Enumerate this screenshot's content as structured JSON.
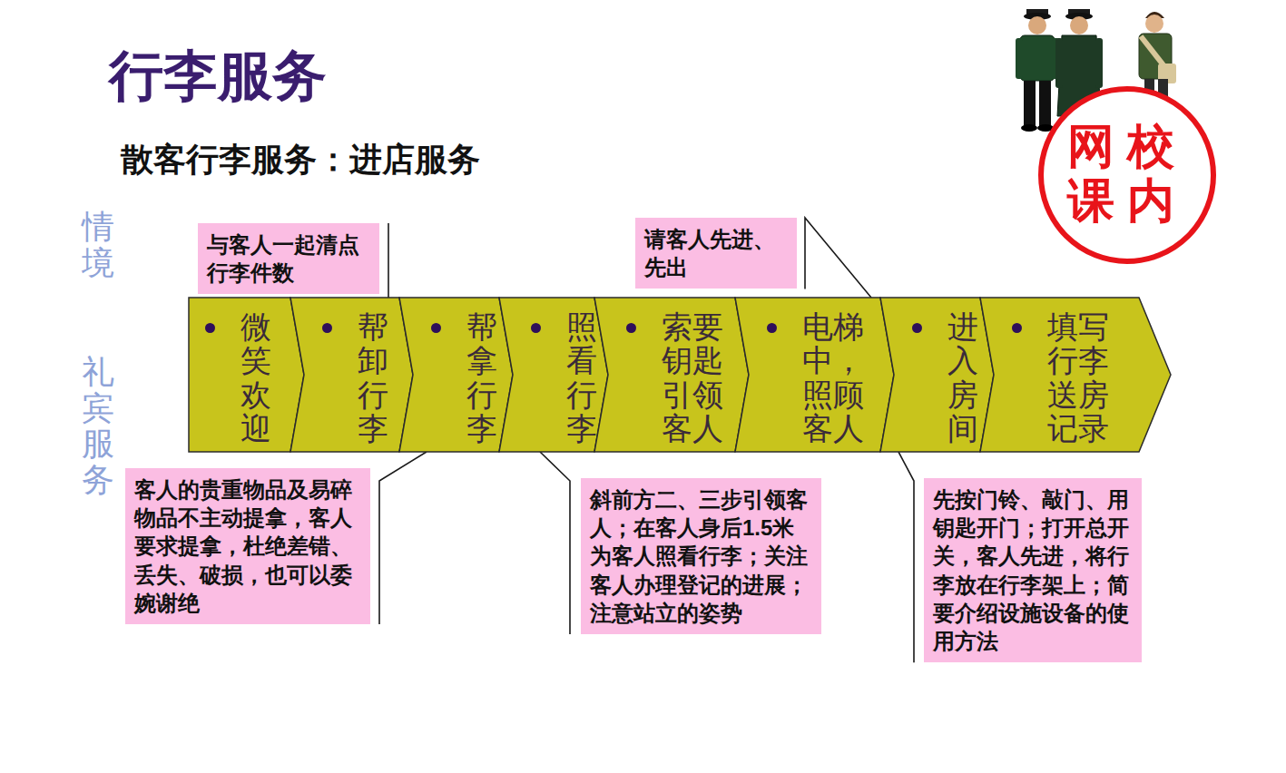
{
  "diagram": {
    "title": "行李服务",
    "nodes": [
      {
        "text": [
          "与客人一起清点行李件数"
        ]
      },
      {
        "text": [
          "请客人先进、先出"
        ]
      },
      {
        "text": [
          "微笑欢迎"
        ]
      },
      {
        "text": [
          "帮卸行李"
        ]
      },
      {
        "text": [
          "帮拿行李"
        ]
      },
      {
        "text": [
          "照看行李"
        ]
      },
      {
        "text": [
          "索要钥匙引领客人"
        ]
      },
      {
        "text": [
          "电梯中，照顾客人"
        ]
      },
      {
        "text": [
          "进入房间"
        ]
      },
      {
        "text": [
          "填写行李送房记录"
        ]
      },
      {
        "text": [
          "客人的贵重物品及易碎物品不主动提拿，客人要求提拿，杜绝差错、丢失、破损，也可以委婉谢绝"
        ]
      },
      {
        "text": [
          "斜前方二、三步引领客人；在客人身后1.5米为客人照看行李；关注客人办理登记的进展；注意站立的姿势"
        ]
      },
      {
        "text": [
          "先按门铃、敲门、用钥匙开门；打开总开关，客人先进，将行李放在行李架上；简要介绍设施设备的使用方法"
        ]
      }
    ],
    "edges": [
      {
        "from": 0,
        "to": 3,
        "arrow": "none"
      },
      {
        "from": 1,
        "to": 7,
        "arrow": "none"
      },
      {
        "from": 10,
        "to": 4,
        "arrow": "none"
      },
      {
        "from": 11,
        "to": 5,
        "arrow": "none"
      },
      {
        "from": 12,
        "to": 8,
        "arrow": "none"
      }
    ],
    "labels": [
      "散客行李服务：进店服务",
      "情境",
      "礼宾服务",
      "网校 课内"
    ]
  }
}
